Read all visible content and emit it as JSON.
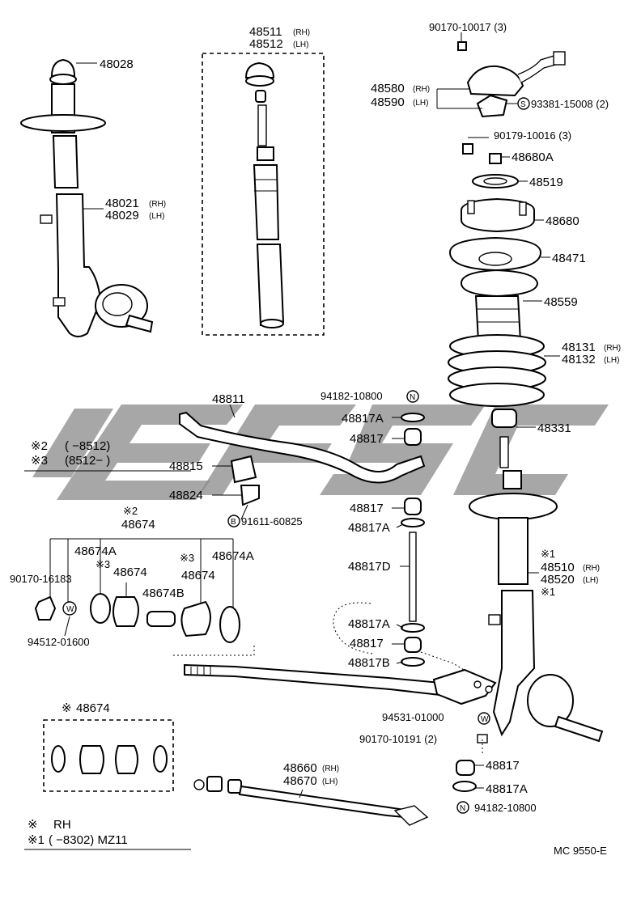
{
  "parts": {
    "top_mount_left": "48028",
    "strut_left_rh": "48021",
    "strut_left_lh": "48029",
    "cartridge_rh": "48511",
    "cartridge_lh": "48512",
    "screw_3": "90170-10017 (3)",
    "bracket_rh": "48580",
    "bracket_lh": "48590",
    "screw_s": "93381-15008 (2)",
    "nut_3": "90179-10016 (3)",
    "cap_48680a": "48680A",
    "bearing_48519": "48519",
    "support_48680": "48680",
    "seat_48471": "48471",
    "boot_48559": "48559",
    "spring_rh": "48131",
    "spring_lh": "48132",
    "bumper_48331": "48331",
    "stabilizer_48811": "48811",
    "nut_n_top": "94182-10800",
    "retainer_48817a_1": "48817A",
    "cushion_48817_1": "48817",
    "bush_48815": "48815",
    "bracket_48824": "48824",
    "bolt_b": "91611-60825",
    "cushion_48817_2": "48817",
    "retainer_48817a_2": "48817A",
    "bolt_48817d": "48817D",
    "retainer_48817a_3": "48817A",
    "cushion_48817_3": "48817",
    "retainer_48817b": "48817B",
    "bush_set_48674": "48674",
    "bush_48674a_1": "48674A",
    "nut_90170_16183": "90170-16183",
    "washer_94512": "94512-01600",
    "bush_48674_2": "48674",
    "bush_48674_3": "48674",
    "collar_48674b": "48674B",
    "bush_48674a_2": "48674A",
    "strut_right_rh": "48510",
    "strut_right_lh": "48520",
    "washer_w_94531": "94531-01000",
    "nut_90170_10191": "90170-10191 (2)",
    "cushion_48817_4": "48817",
    "retainer_48817a_4": "48817A",
    "nut_n_bottom": "94182-10800",
    "rod_rh": "48660",
    "rod_lh": "48670",
    "box_48674": "48674"
  },
  "tags": {
    "rh": "(RH)",
    "lh": "(LH)",
    "rh_small": "(RH)",
    "lh_small": "(LH)",
    "mark_star": "※",
    "mark_2": "※2",
    "mark_3": "※3",
    "mark_1": "※1",
    "circle_s": "S",
    "circle_n": "N",
    "circle_b": "B",
    "circle_w": "W"
  },
  "legend": {
    "note2_mark": "※2",
    "note2_range": "(      −8512)",
    "note3_mark": "※3",
    "note3_range": "(8512−          )",
    "rh_mark": "※",
    "rh_text": "RH",
    "note1_mark": "※1",
    "note1_text": "(       −8302) MZ11"
  },
  "footer": {
    "code": "MC 9550-E"
  },
  "colors": {
    "ink": "#000000",
    "watermark": "#8a8a8a",
    "paper": "#ffffff"
  }
}
